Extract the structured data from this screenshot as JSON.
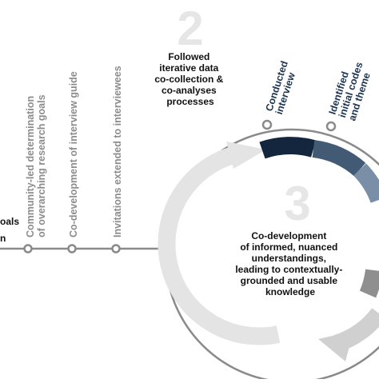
{
  "diagram": {
    "stage_two": {
      "number": "2",
      "caption_lines": [
        "Followed",
        "iterative data",
        "co-collection &",
        "co-analyses",
        "processes"
      ]
    },
    "stage_three": {
      "number": "3",
      "caption_lines": [
        "Co-development",
        "of informed, nuanced",
        "understandings,",
        "leading to contextually-",
        "grounded and usable",
        "knowledge"
      ]
    },
    "timeline_steps": {
      "left_partial_top": "oals",
      "left_partial_bottom": "n",
      "community_led": [
        "Community-led determination",
        "of overarching research goals"
      ],
      "interview_guide": "Co-development of interview guide",
      "invitations": "Invitations extended to interviewees"
    },
    "cycle_steps": {
      "conducted_interview": [
        "Conducted",
        "interview"
      ],
      "identified_codes": [
        "Identified",
        "initial codes",
        "and theme"
      ]
    },
    "colors": {
      "line": "#8a8a8a",
      "navy": "#13263d",
      "slate": "#435a75",
      "steel": "#7a8fa7",
      "arrow_light": "#e4e4e4",
      "arrow_mid": "#d0d0d0",
      "number_fill": "#e6e6e6"
    }
  }
}
